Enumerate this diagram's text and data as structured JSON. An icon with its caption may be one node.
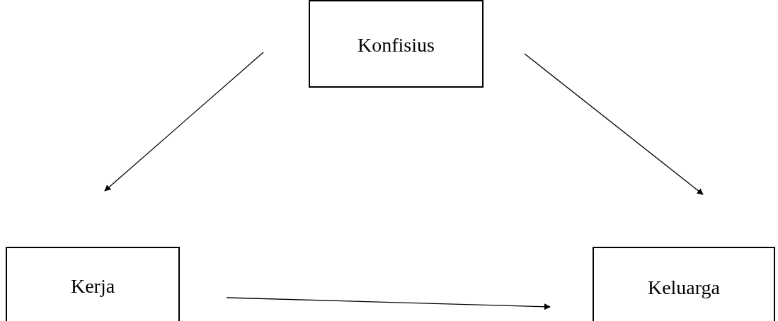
{
  "diagram": {
    "nodes": [
      {
        "text": [
          "Konfisius"
        ]
      },
      {
        "text": [
          "Kerja"
        ]
      },
      {
        "text": [
          "Keluarga"
        ]
      }
    ],
    "edges": [
      {
        "from": 0,
        "to": 1,
        "arrow": "to"
      },
      {
        "from": 0,
        "to": 2,
        "arrow": "to"
      },
      {
        "from": 1,
        "to": 2,
        "arrow": "to"
      }
    ]
  }
}
